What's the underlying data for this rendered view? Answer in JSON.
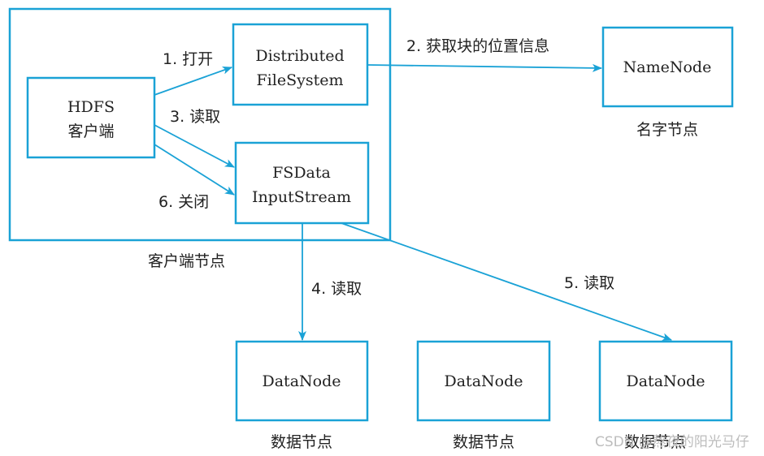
{
  "colors": {
    "accent": "#1aa2d6",
    "text": "#222222",
    "watermark": "#bdbdbd"
  },
  "client_node": {
    "caption": "客户端节点",
    "hdfs_client": [
      "HDFS",
      "客户端"
    ],
    "distributed_filesystem": [
      "Distributed",
      "FileSystem"
    ],
    "fsdata_inputstream": [
      "FSData",
      "InputStream"
    ]
  },
  "name_node": {
    "label": "NameNode",
    "caption": "名字节点"
  },
  "data_nodes": [
    {
      "label": "DataNode",
      "caption": "数据节点"
    },
    {
      "label": "DataNode",
      "caption": "数据节点"
    },
    {
      "label": "DataNode",
      "caption": "数据节点"
    }
  ],
  "steps": {
    "open": "1. 打开",
    "get_block_locations": "2. 获取块的位置信息",
    "read_client": "3. 读取",
    "read_datanode_1": "4. 读取",
    "read_datanode_3": "5. 读取",
    "close": "6. 关闭"
  },
  "watermark": "CSDN @熬夜的阳光马仔"
}
